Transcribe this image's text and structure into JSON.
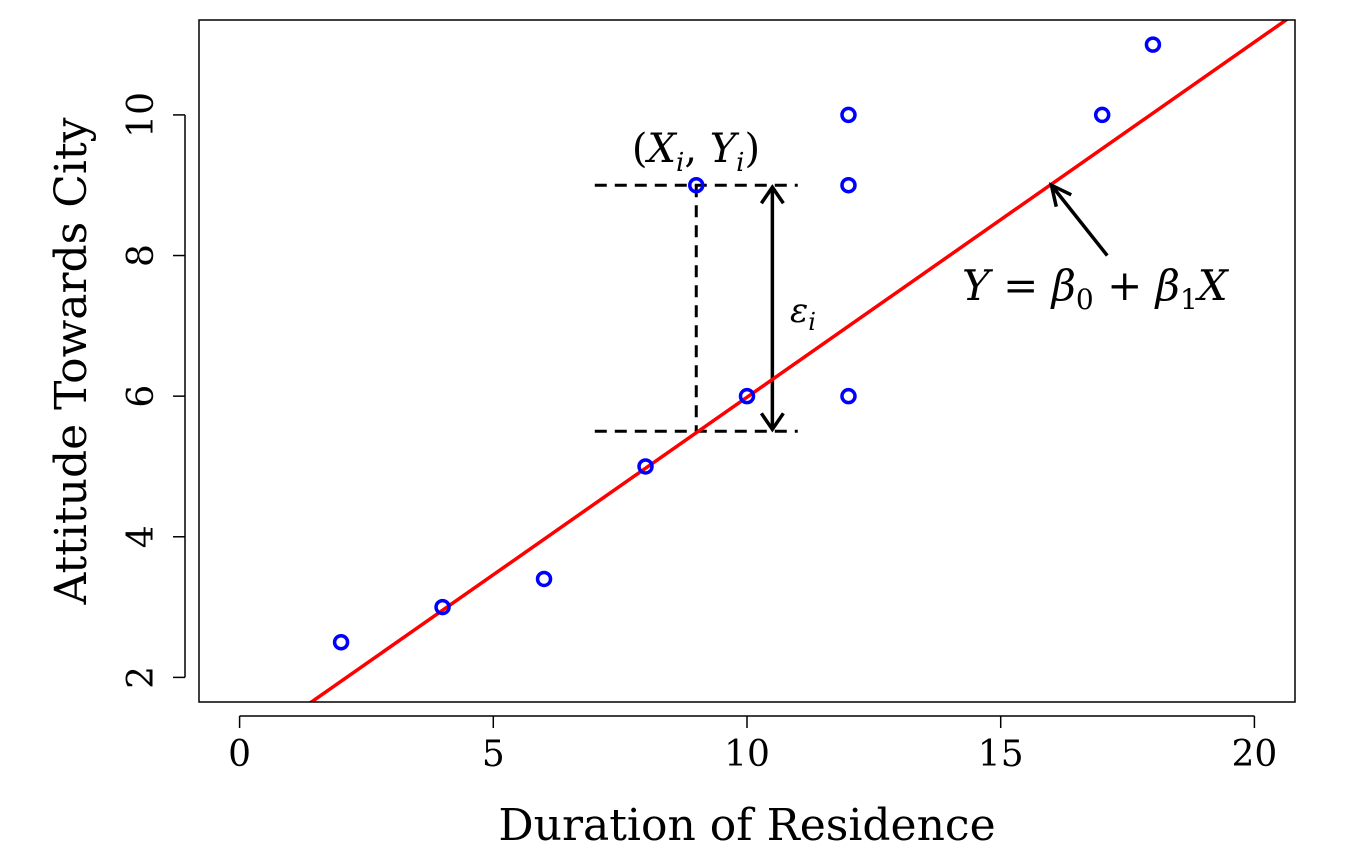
{
  "chart_data": {
    "type": "scatter",
    "xlabel": "Duration of Residence",
    "ylabel": "Attitude Towards City",
    "xlim": [
      -0.8,
      20.8
    ],
    "ylim": [
      1.65,
      11.35
    ],
    "x_ticks": [
      0,
      5,
      10,
      15,
      20
    ],
    "y_ticks": [
      2,
      4,
      6,
      8,
      10
    ],
    "x_tick_labels": [
      "0",
      "5",
      "10",
      "15",
      "20"
    ],
    "y_tick_labels": [
      "2",
      "4",
      "6",
      "8",
      "10"
    ],
    "grid": false,
    "points": {
      "x": [
        2,
        4,
        6,
        8,
        9,
        10,
        12,
        12,
        12,
        17,
        18
      ],
      "y": [
        2.5,
        3,
        3.4,
        5,
        9,
        6,
        10,
        9,
        6,
        10,
        11
      ],
      "color": "#0000ff"
    },
    "fit_line": {
      "intercept": 0.935,
      "slope": 0.505,
      "color": "#ff0000"
    },
    "highlight": {
      "xi": 9,
      "yi": 9,
      "fitted": 5.5,
      "guide_x_range": [
        7,
        11
      ],
      "arrow_x": 10.5
    },
    "annotations": {
      "point_label": "(X_i, Y_i)",
      "residual_label": "ε_i",
      "line_label": "Y = β_0 + β_1 X",
      "line_arrow_from": [
        17.1,
        8.0
      ],
      "line_arrow_to": [
        16.0,
        9.0
      ]
    }
  }
}
